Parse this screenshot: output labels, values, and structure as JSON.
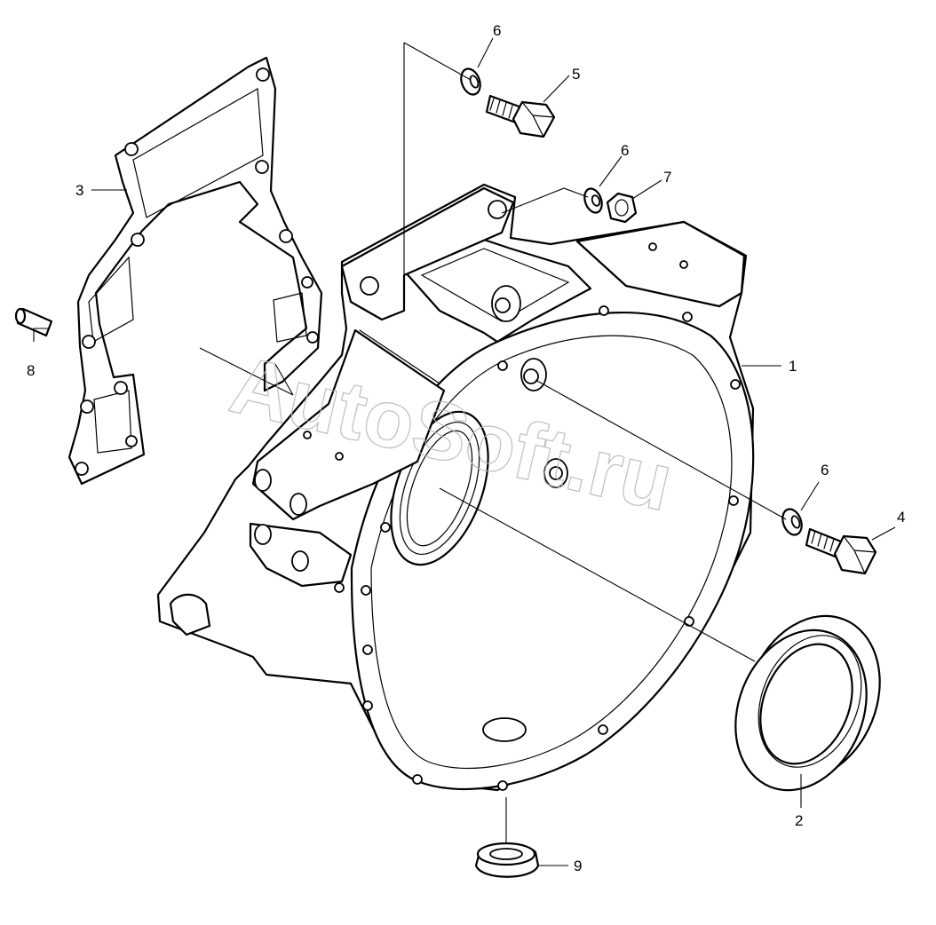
{
  "diagram": {
    "callouts": {
      "c1": "1",
      "c2": "2",
      "c3": "3",
      "c4": "4",
      "c5": "5",
      "c6a": "6",
      "c6b": "6",
      "c6c": "6",
      "c7": "7",
      "c8": "8",
      "c9": "9"
    },
    "watermark": "AutoSoft.ru"
  }
}
